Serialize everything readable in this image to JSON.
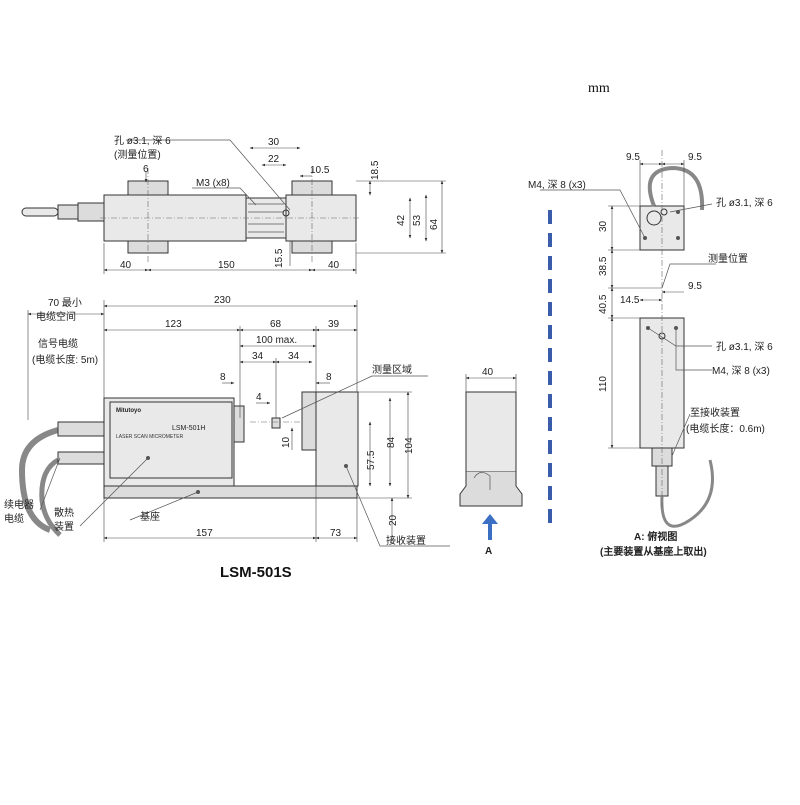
{
  "unit": "mm",
  "model": "LSM-501S",
  "top_view": {
    "hole_label": "孔 ø3.1, 深 6",
    "hole_sub": "(测量位置)",
    "m3_label": "M3 (x8)",
    "d_6": "6",
    "d_30": "30",
    "d_22": "22",
    "d_10_5": "10.5",
    "d_18_5": "18.5",
    "d_42": "42",
    "d_53": "53",
    "d_64": "64",
    "d_15_5": "15.5",
    "d_40a": "40",
    "d_150": "150",
    "d_40b": "40"
  },
  "front_view": {
    "cable_space": "70 最小",
    "cable_space2": "电缆空间",
    "signal_cable": "信号电缆",
    "signal_cable_len": "(电缆长度: 5m)",
    "relay_cable": "续电器",
    "relay_cable2": "电缆",
    "heatsink": "散热",
    "heatsink2": "装置",
    "base": "基座",
    "receiver": "接收装置",
    "meas_area": "测量区域",
    "brand": "Mitutoyo",
    "device_label": "LSM-501H",
    "device_sub": "LASER SCAN MICROMETER",
    "d_230": "230",
    "d_123": "123",
    "d_68": "68",
    "d_39": "39",
    "d_100max": "100 max.",
    "d_34a": "34",
    "d_34b": "34",
    "d_8a": "8",
    "d_8b": "8",
    "d_4": "4",
    "d_10": "10",
    "d_57_5": "57.5",
    "d_84": "84",
    "d_104": "104",
    "d_20": "20",
    "d_157": "157",
    "d_73": "73"
  },
  "side_view": {
    "d_40": "40",
    "arrow_label": "A"
  },
  "view_a": {
    "d_9_5a": "9.5",
    "d_9_5b": "9.5",
    "m4_top": "M4, 深 8 (x3)",
    "hole_top": "孔  ø3.1, 深 6",
    "d_30": "30",
    "d_38_5": "38.5",
    "meas_pos": "测量位置",
    "d_14_5": "14.5",
    "d_9_5c": "9.5",
    "d_40_5": "40.5",
    "hole_bottom": "孔  ø3.1, 深 6",
    "m4_bottom": "M4, 深 8 (x3)",
    "d_110": "110",
    "to_receiver": "至接收装置",
    "cable_len": "(电缆长度：0.6m)",
    "caption1": "A: 俯视图",
    "caption2": "(主要装置从基座上取出)"
  },
  "colors": {
    "divider": "#3a5dab",
    "arrow": "#3a6fc4"
  }
}
